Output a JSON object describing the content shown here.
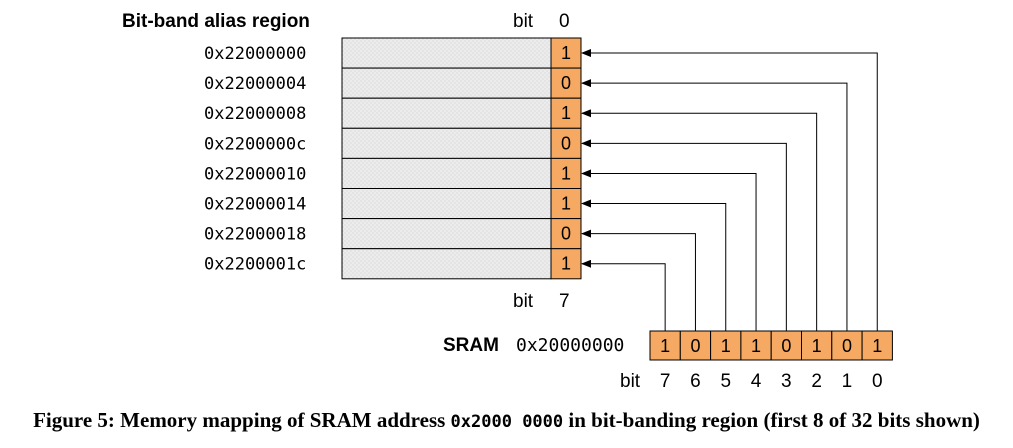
{
  "diagram": {
    "region_title": "Bit-band alias region",
    "top_bit_label": "bit",
    "top_bit_value": "0",
    "bottom_bit_label": "bit",
    "bottom_bit_value": "7",
    "alias_rows": [
      {
        "address": "0x22000000",
        "bit": "1"
      },
      {
        "address": "0x22000004",
        "bit": "0"
      },
      {
        "address": "0x22000008",
        "bit": "1"
      },
      {
        "address": "0x2200000c",
        "bit": "0"
      },
      {
        "address": "0x22000010",
        "bit": "1"
      },
      {
        "address": "0x22000014",
        "bit": "1"
      },
      {
        "address": "0x22000018",
        "bit": "0"
      },
      {
        "address": "0x2200001c",
        "bit": "1"
      }
    ],
    "sram": {
      "label": "SRAM",
      "address": "0x20000000",
      "bits": [
        "1",
        "0",
        "1",
        "1",
        "0",
        "1",
        "0",
        "1"
      ],
      "index_label": "bit",
      "indices": [
        "7",
        "6",
        "5",
        "4",
        "3",
        "2",
        "1",
        "0"
      ]
    },
    "colors": {
      "bit_fill": "#f5a962",
      "alias_fill": "#e9e9e9",
      "stroke": "#000000"
    }
  },
  "caption": {
    "prefix": "Figure 5: Memory mapping of SRAM address ",
    "code": "0x2000 0000",
    "suffix": " in bit-banding region (first 8 of 32 bits shown)"
  }
}
